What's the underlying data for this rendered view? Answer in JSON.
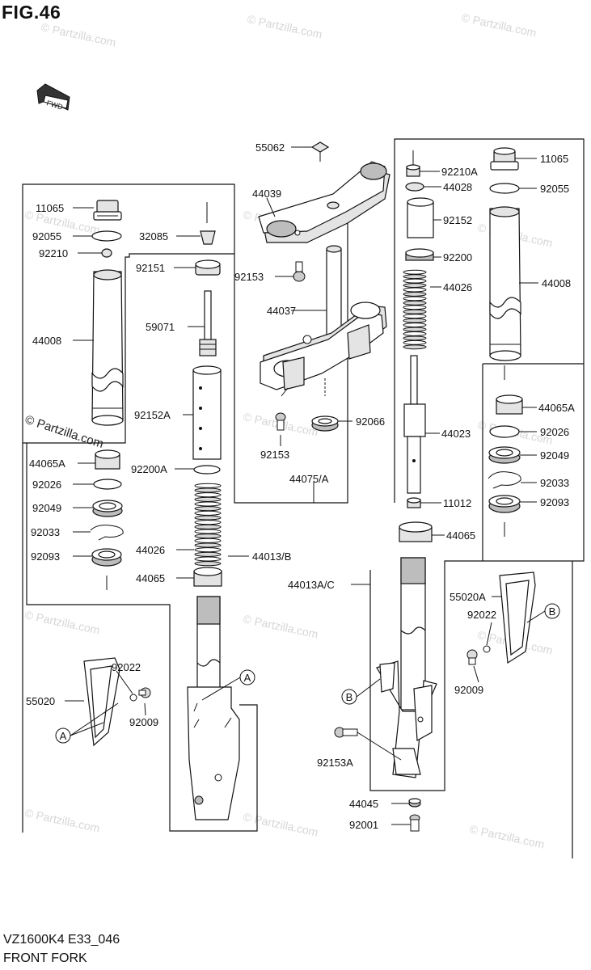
{
  "figure": {
    "title": "FIG.46",
    "code": "VZ1600K4 E33_046",
    "name": "FRONT FORK",
    "fwd_label": "FWD"
  },
  "watermarks": {
    "text": "© Partzilla.com"
  },
  "labels": [
    {
      "id": "l-11065-left",
      "text": "11065"
    },
    {
      "id": "l-92055-left",
      "text": "92055"
    },
    {
      "id": "l-92210-left",
      "text": "92210"
    },
    {
      "id": "l-44008-left",
      "text": "44008"
    },
    {
      "id": "l-44065a-left",
      "text": "44065A"
    },
    {
      "id": "l-92026-left",
      "text": "92026"
    },
    {
      "id": "l-92049-left",
      "text": "92049"
    },
    {
      "id": "l-92033-left",
      "text": "92033"
    },
    {
      "id": "l-92093-left",
      "text": "92093"
    },
    {
      "id": "l-32085",
      "text": "32085"
    },
    {
      "id": "l-92151",
      "text": "92151"
    },
    {
      "id": "l-59071",
      "text": "59071"
    },
    {
      "id": "l-92152a",
      "text": "92152A"
    },
    {
      "id": "l-92200a",
      "text": "92200A"
    },
    {
      "id": "l-44026-left",
      "text": "44026"
    },
    {
      "id": "l-44065-left",
      "text": "44065"
    },
    {
      "id": "l-44013b",
      "text": "44013/B"
    },
    {
      "id": "l-55020",
      "text": "55020"
    },
    {
      "id": "l-92022-left",
      "text": "92022"
    },
    {
      "id": "l-92009-left",
      "text": "92009"
    },
    {
      "id": "l-55062",
      "text": "55062"
    },
    {
      "id": "l-44039",
      "text": "44039"
    },
    {
      "id": "l-92153-top",
      "text": "92153"
    },
    {
      "id": "l-44037",
      "text": "44037"
    },
    {
      "id": "l-92153-bottom",
      "text": "92153"
    },
    {
      "id": "l-92066",
      "text": "92066"
    },
    {
      "id": "l-44075a",
      "text": "44075/A"
    },
    {
      "id": "l-92210a",
      "text": "92210A"
    },
    {
      "id": "l-44028",
      "text": "44028"
    },
    {
      "id": "l-92152",
      "text": "92152"
    },
    {
      "id": "l-92200",
      "text": "92200"
    },
    {
      "id": "l-44026-right",
      "text": "44026"
    },
    {
      "id": "l-44023",
      "text": "44023"
    },
    {
      "id": "l-11012",
      "text": "11012"
    },
    {
      "id": "l-44065-right",
      "text": "44065"
    },
    {
      "id": "l-44013ac",
      "text": "44013A/C"
    },
    {
      "id": "l-92153a",
      "text": "92153A"
    },
    {
      "id": "l-44045",
      "text": "44045"
    },
    {
      "id": "l-92001",
      "text": "92001"
    },
    {
      "id": "l-11065-right",
      "text": "11065"
    },
    {
      "id": "l-92055-right",
      "text": "92055"
    },
    {
      "id": "l-44008-right",
      "text": "44008"
    },
    {
      "id": "l-44065a-right",
      "text": "44065A"
    },
    {
      "id": "l-92026-right",
      "text": "92026"
    },
    {
      "id": "l-92049-right",
      "text": "92049"
    },
    {
      "id": "l-92033-right",
      "text": "92033"
    },
    {
      "id": "l-92093-right",
      "text": "92093"
    },
    {
      "id": "l-55020a",
      "text": "55020A"
    },
    {
      "id": "l-92022-right",
      "text": "92022"
    },
    {
      "id": "l-92009-right",
      "text": "92009"
    }
  ],
  "callouts": [
    {
      "id": "c-a-top",
      "text": "A"
    },
    {
      "id": "c-a-left",
      "text": "A"
    },
    {
      "id": "c-b-right",
      "text": "B"
    },
    {
      "id": "c-b-left",
      "text": "B"
    }
  ]
}
